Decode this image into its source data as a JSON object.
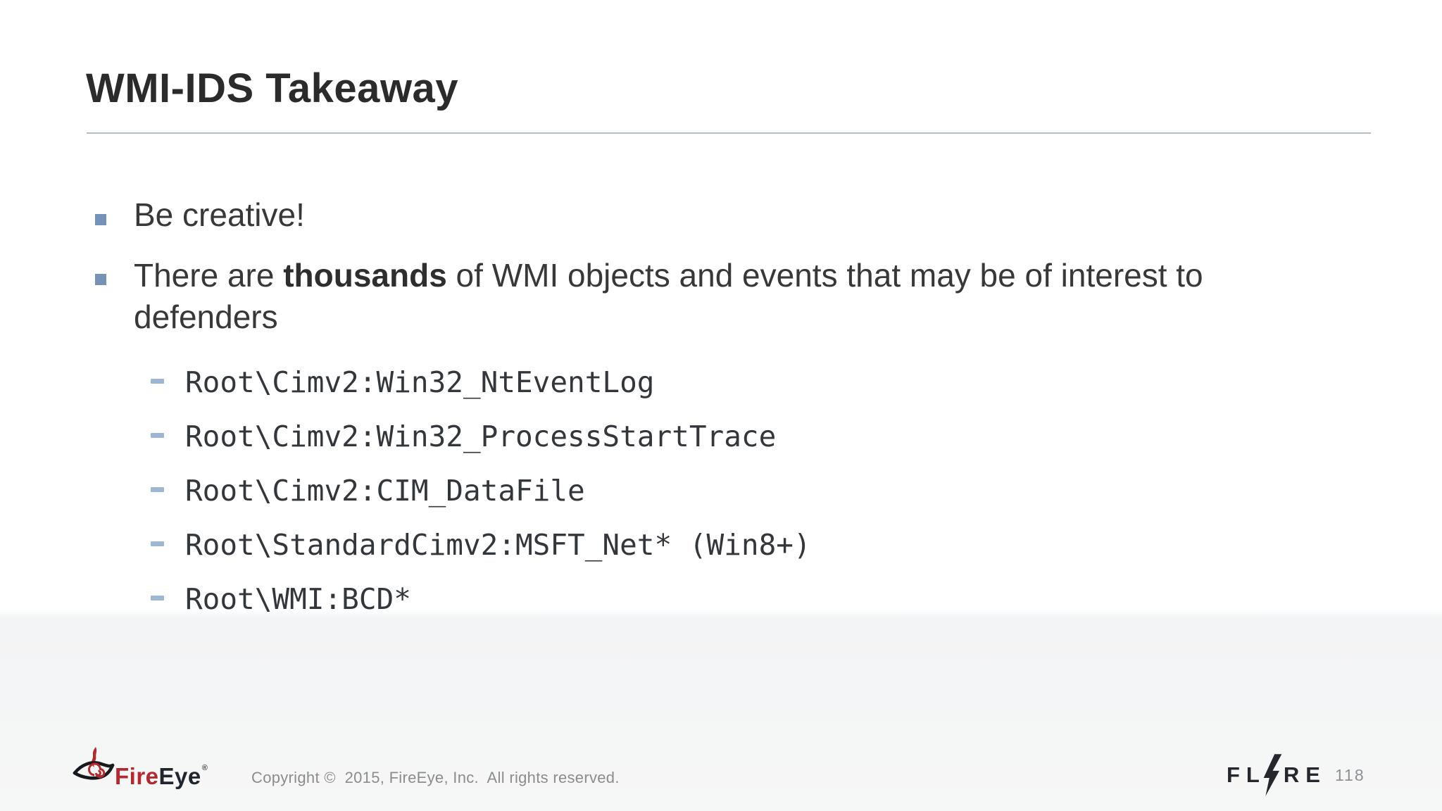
{
  "slide": {
    "title": "WMI-IDS Takeaway",
    "bullets": [
      {
        "text": "Be creative!"
      },
      {
        "pre": "There are ",
        "bold": "thousands",
        "post": " of WMI objects and events that may be of interest to defenders"
      }
    ],
    "sub_bullets": [
      "Root\\Cimv2:Win32_NtEventLog",
      "Root\\Cimv2:Win32_ProcessStartTrace",
      "Root\\Cimv2:CIM_DataFile",
      "Root\\StandardCimv2:MSFT_Net* (Win8+)",
      "Root\\WMI:BCD*"
    ]
  },
  "footer": {
    "logo": {
      "fire": "Fire",
      "eye": "Eye",
      "mark": "®"
    },
    "copyright": "Copyright ©  2015, FireEye, Inc.  All rights reserved.",
    "flare": {
      "fl": "FL",
      "re": "RE",
      "page": "118"
    }
  },
  "colors": {
    "title-color": "#2b2b2b",
    "body-color": "#383838",
    "mono-color": "#33373b",
    "bullet-blue": "#7593b8",
    "dash-blue": "#9db7d2",
    "rule-color": "#b5bcc4",
    "brand-red": "#b5282e",
    "flare-dark": "#26262e",
    "gray-text": "#8c8c8c"
  }
}
